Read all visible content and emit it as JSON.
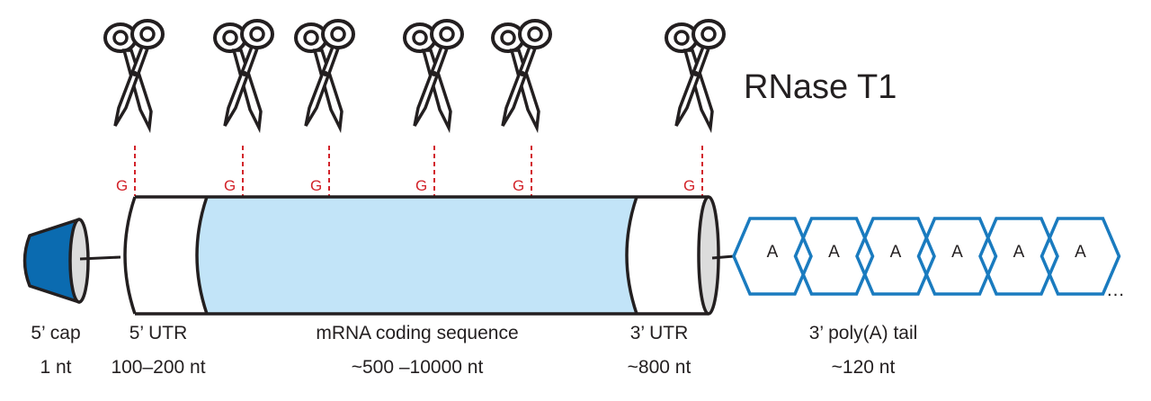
{
  "enzyme": {
    "label": "RNase T1",
    "cleavage_site_label": "G",
    "cut_count": 6
  },
  "colors": {
    "cap_blue": "#0b6bb0",
    "cap_face": "#dcdcdc",
    "cds_fill": "#c2e4f8",
    "utr_fill": "#ffffff",
    "polya_stroke": "#1a7bbf",
    "cut_line": "#d2232a",
    "outline": "#231f20"
  },
  "regions": [
    {
      "id": "cap",
      "name": "5’ cap",
      "length": "1 nt"
    },
    {
      "id": "utr5",
      "name": "5’ UTR",
      "length": "100–200 nt"
    },
    {
      "id": "cds",
      "name": "mRNA coding sequence",
      "length": "~500 –10000 nt"
    },
    {
      "id": "utr3",
      "name": "3’ UTR",
      "length": "~800 nt"
    },
    {
      "id": "polya",
      "name": "3’ poly(A) tail",
      "length": "~120 nt"
    }
  ],
  "polya": {
    "units": [
      "A",
      "A",
      "A",
      "A",
      "A",
      "A"
    ],
    "continuation": "…"
  }
}
